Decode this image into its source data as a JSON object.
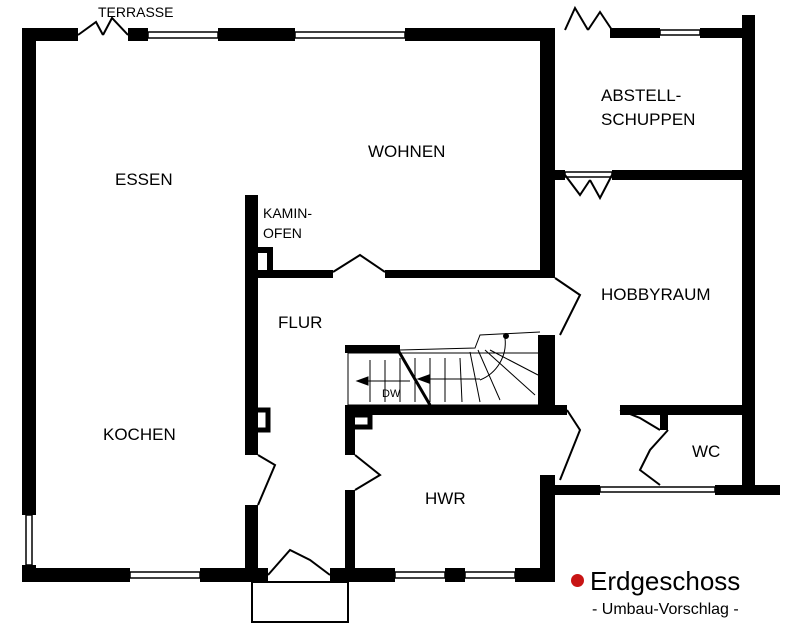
{
  "rooms": {
    "terrasse": "TERRASSE",
    "wohnen": "WOHNEN",
    "essen": "ESSEN",
    "kamin_ofen": "KAMIN-\nOFEN",
    "abstellschuppen": "ABSTELL-\nSCHUPPEN",
    "hobbyraum": "HOBBYRAUM",
    "flur": "FLUR",
    "kochen": "KOCHEN",
    "hwr": "HWR",
    "wc": "WC"
  },
  "stairs": {
    "label": "DW"
  },
  "legend": {
    "title": "Erdgeschoss",
    "subtitle": "- Umbau-Vorschlag -",
    "marker_color": "#c81414"
  }
}
